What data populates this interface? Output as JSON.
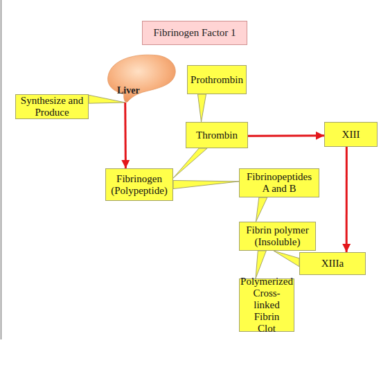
{
  "diagram": {
    "title": "Fibrinogen Factor 1",
    "nodes": [
      {
        "text": [
          "Liver"
        ]
      },
      {
        "text": [
          "Synthesize and Produce"
        ]
      },
      {
        "text": [
          "Prothrombin"
        ]
      },
      {
        "text": [
          "Thrombin"
        ]
      },
      {
        "text": [
          "XIII"
        ]
      },
      {
        "text": [
          "Fibrinogen (Polypeptide)"
        ]
      },
      {
        "text": [
          "Fibrinopeptides A and B"
        ]
      },
      {
        "text": [
          "Fibrin polymer (Insoluble)"
        ]
      },
      {
        "text": [
          "XIIIa"
        ]
      },
      {
        "text": [
          "Polymerized Cross-linked Fibrin Clot"
        ]
      }
    ],
    "edges": [
      {
        "from": 1,
        "to": 0,
        "arrow": "none"
      },
      {
        "from": 0,
        "to": 5,
        "arrow": "to"
      },
      {
        "from": 2,
        "to": 3,
        "arrow": "none"
      },
      {
        "from": 3,
        "to": 4,
        "arrow": "to"
      },
      {
        "from": 3,
        "to": 5,
        "arrow": "none"
      },
      {
        "from": 5,
        "to": 6,
        "arrow": "none"
      },
      {
        "from": 6,
        "to": 7,
        "arrow": "none"
      },
      {
        "from": 4,
        "to": 8,
        "arrow": "to"
      },
      {
        "from": 8,
        "to": 7,
        "arrow": "none"
      },
      {
        "from": 7,
        "to": 9,
        "arrow": "none"
      }
    ]
  }
}
